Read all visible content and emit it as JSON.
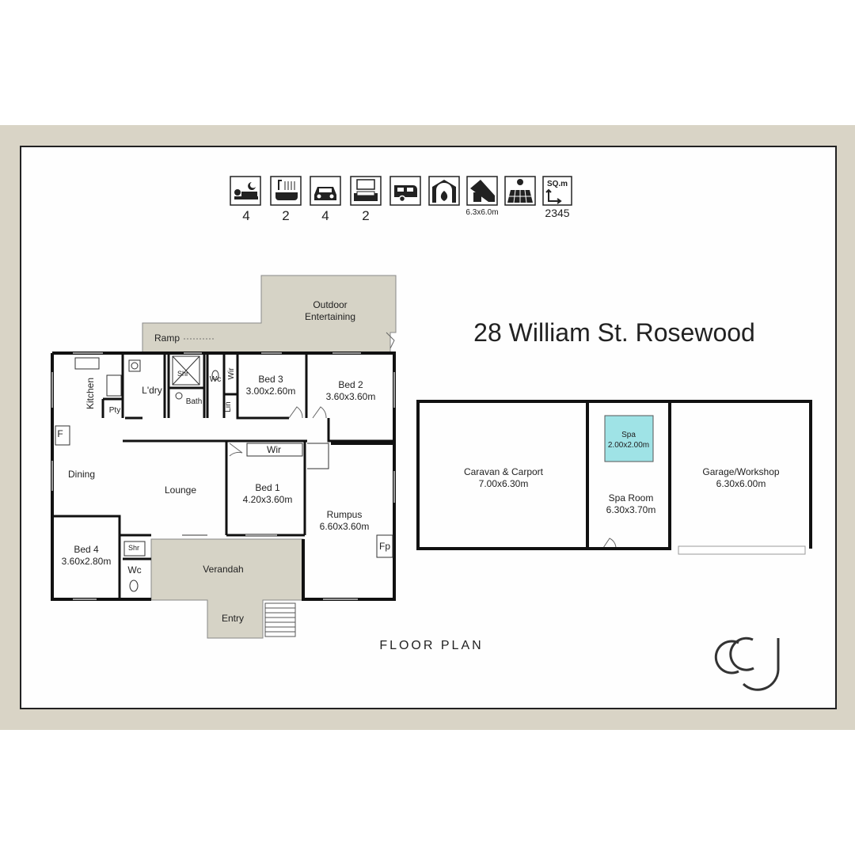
{
  "header": {
    "icons": [
      {
        "icon": "bed-icon",
        "value": "4"
      },
      {
        "icon": "bath-icon",
        "value": "2"
      },
      {
        "icon": "car-icon",
        "value": "4"
      },
      {
        "icon": "living-room-icon",
        "value": "2"
      },
      {
        "icon": "caravan-icon",
        "value": ""
      },
      {
        "icon": "fireplace-icon",
        "value": ""
      },
      {
        "icon": "shed-icon",
        "value": "6.3x6.0m"
      },
      {
        "icon": "solar-panel-icon",
        "value": ""
      },
      {
        "icon": "sqm-icon",
        "label": "SQ.m",
        "value": "2345"
      }
    ]
  },
  "title": "28 William St. Rosewood",
  "footer_label": "FLOOR PLAN",
  "logo_text": "ag",
  "rooms": {
    "outdoor": {
      "name": "Outdoor\nEntertaining",
      "line1": "Outdoor",
      "line2": "Entertaining"
    },
    "ramp": "Ramp",
    "kitchen": "Kitchen",
    "pty": "Pty",
    "laundry": "L'dry",
    "shr1": "Shr",
    "bath": "Bath",
    "wc1": "Wc",
    "wir1": "Wir",
    "lin": "Lin",
    "bed3": {
      "name": "Bed 3",
      "size": "3.00x2.60m"
    },
    "bed2": {
      "name": "Bed 2",
      "size": "3.60x3.60m"
    },
    "f": "F",
    "dining": "Dining",
    "lounge": "Lounge",
    "wir2": "Wir",
    "bed1": {
      "name": "Bed 1",
      "size": "4.20x3.60m"
    },
    "rumpus": {
      "name": "Rumpus",
      "size": "6.60x3.60m"
    },
    "fp": "Fp",
    "bed4": {
      "name": "Bed 4",
      "size": "3.60x2.80m"
    },
    "shr2": "Shr",
    "wc2": "Wc",
    "verandah": "Verandah",
    "entry": "Entry"
  },
  "outbuildings": {
    "caravan": {
      "name": "Caravan & Carport",
      "size": "7.00x6.30m"
    },
    "spa": {
      "name": "Spa",
      "size": "2.00x2.00m"
    },
    "spa_room": {
      "name": "Spa Room",
      "size": "6.30x3.70m"
    },
    "garage": {
      "name": "Garage/Workshop",
      "size": "6.30x6.00m"
    }
  },
  "colors": {
    "border": "#d9d4c6",
    "paving": "#d6d3c6",
    "wall": "#111111",
    "spa_water": "#9fe3e6"
  }
}
